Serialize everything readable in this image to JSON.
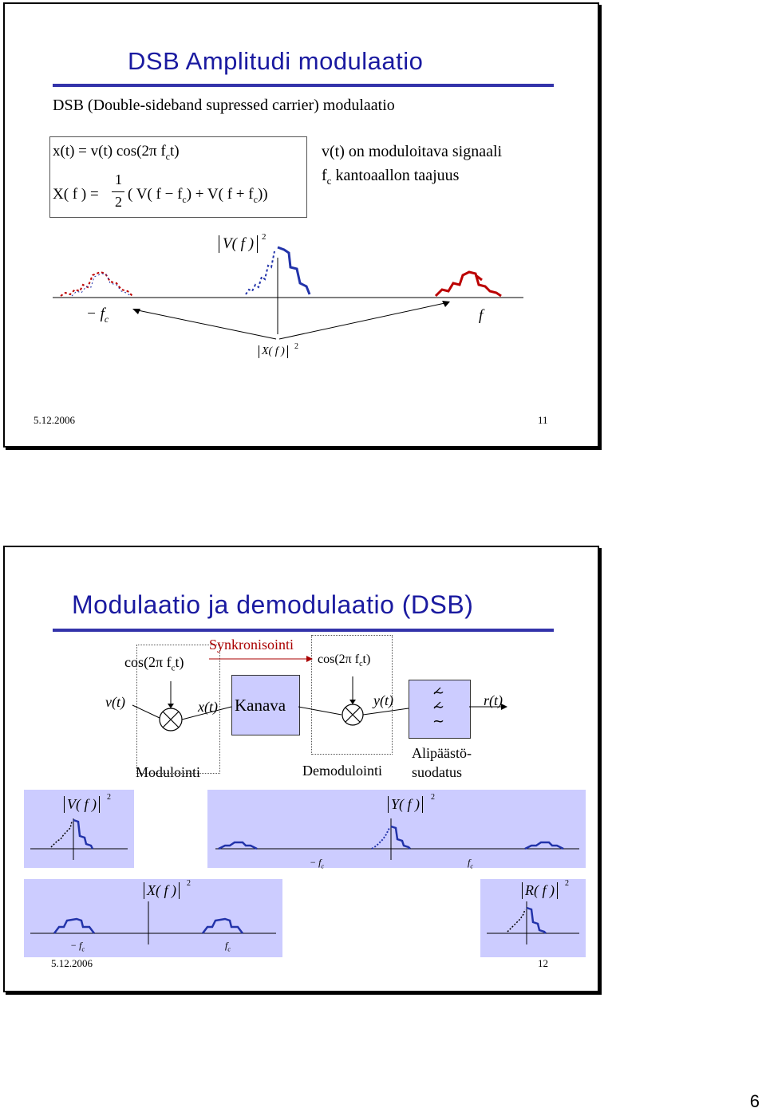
{
  "page_number": "6",
  "slide1": {
    "title": "DSB Amplitudi modulaatio",
    "subtitle": "DSB (Double-sideband supressed carrier) modulaatio",
    "eq1": "x(t) = v(t) cos(2π f",
    "eq1_sub": "c",
    "eq1_end": "t)",
    "eq2_left": "X( f ) =",
    "eq2_frac_num": "1",
    "eq2_frac_den": "2",
    "eq2_body": "( V( f − f",
    "eq2_sub1": "c",
    "eq2_mid": ") + V( f + f",
    "eq2_sub2": "c",
    "eq2_end": "))",
    "note1": "v(t) on moduloitava signaali",
    "note2_pre": "f",
    "note2_sub": "c",
    "note2_post": " kantoaallon taajuus",
    "label_V": "V( f )",
    "label_V_sup": "2",
    "label_X": "X( f )",
    "label_X_sup": "2",
    "label_neg_fc": "− f",
    "label_neg_fc_sub": "c",
    "label_f": "f",
    "footer_date": "5.12.2006",
    "footer_page": "11",
    "colors": {
      "title": "#1a1aa0",
      "baseband": "#2233aa",
      "shifted": "#bb0000"
    }
  },
  "slide2": {
    "title": "Modulaatio ja demodulaatio (DSB)",
    "sync": "Synkronisointi",
    "cos1": "cos(2π f",
    "cos1_sub": "c",
    "cos1_end": "t)",
    "cos2": "cos(2π f",
    "cos2_sub": "c",
    "cos2_end": "t)",
    "v_t": "v(t)",
    "x_t": "x(t)",
    "kanava": "Kanava",
    "y_t": "y(t)",
    "r_t": "r(t)",
    "modulointi": "Modulointi",
    "demodulointi": "Demodulointi",
    "alipaasto1": "Alipäästö-",
    "alipaasto2": "suodatus",
    "panel_V": "V( f )",
    "panel_V_sup": "2",
    "panel_Y": "Y( f )",
    "panel_Y_sup": "2",
    "panel_X": "X( f )",
    "panel_X_sup": "2",
    "panel_R": "R( f )",
    "panel_R_sup": "2",
    "neg_fc_a": "− f",
    "neg_fc_a_sub": "c",
    "fc_a": "f",
    "fc_a_sub": "c",
    "neg_fc_b": "− f",
    "neg_fc_b_sub": "c",
    "fc_b": "f",
    "fc_b_sub": "c",
    "footer_date": "5.12.2006",
    "footer_page": "12",
    "colors": {
      "title": "#1a1aa0",
      "panel": "#ccccff",
      "kanava": "#ccccff"
    }
  }
}
